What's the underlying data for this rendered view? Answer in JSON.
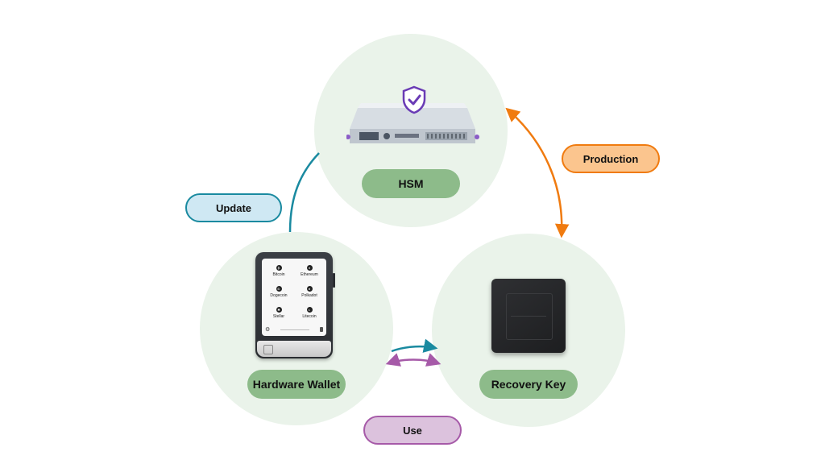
{
  "nodes": {
    "hsm": {
      "label": "HSM"
    },
    "wallet": {
      "label": "Hardware Wallet"
    },
    "recovery": {
      "label": "Recovery Key"
    }
  },
  "flows": {
    "update": {
      "label": "Update",
      "color": "#1a8aa0",
      "fill": "#cfe8f3"
    },
    "production": {
      "label": "Production",
      "color": "#f07b10",
      "fill": "#fbc58e"
    },
    "use": {
      "label": "Use",
      "color": "#a65aa8",
      "fill": "#dcc2dd"
    }
  },
  "wallet_screen": {
    "coins": [
      {
        "symbol": "₿",
        "name": "Bitcoin"
      },
      {
        "symbol": "♦",
        "name": "Ethereum"
      },
      {
        "symbol": "Ð",
        "name": "Dogecoin"
      },
      {
        "symbol": "●",
        "name": "Polkadot"
      },
      {
        "symbol": "✱",
        "name": "Stellar"
      },
      {
        "symbol": "Ł",
        "name": "Litecoin"
      }
    ]
  },
  "icons": {
    "shield": "shield-check-icon",
    "settings": "gear-icon",
    "battery": "battery-icon",
    "fingerprint": "fingerprint-icon"
  }
}
